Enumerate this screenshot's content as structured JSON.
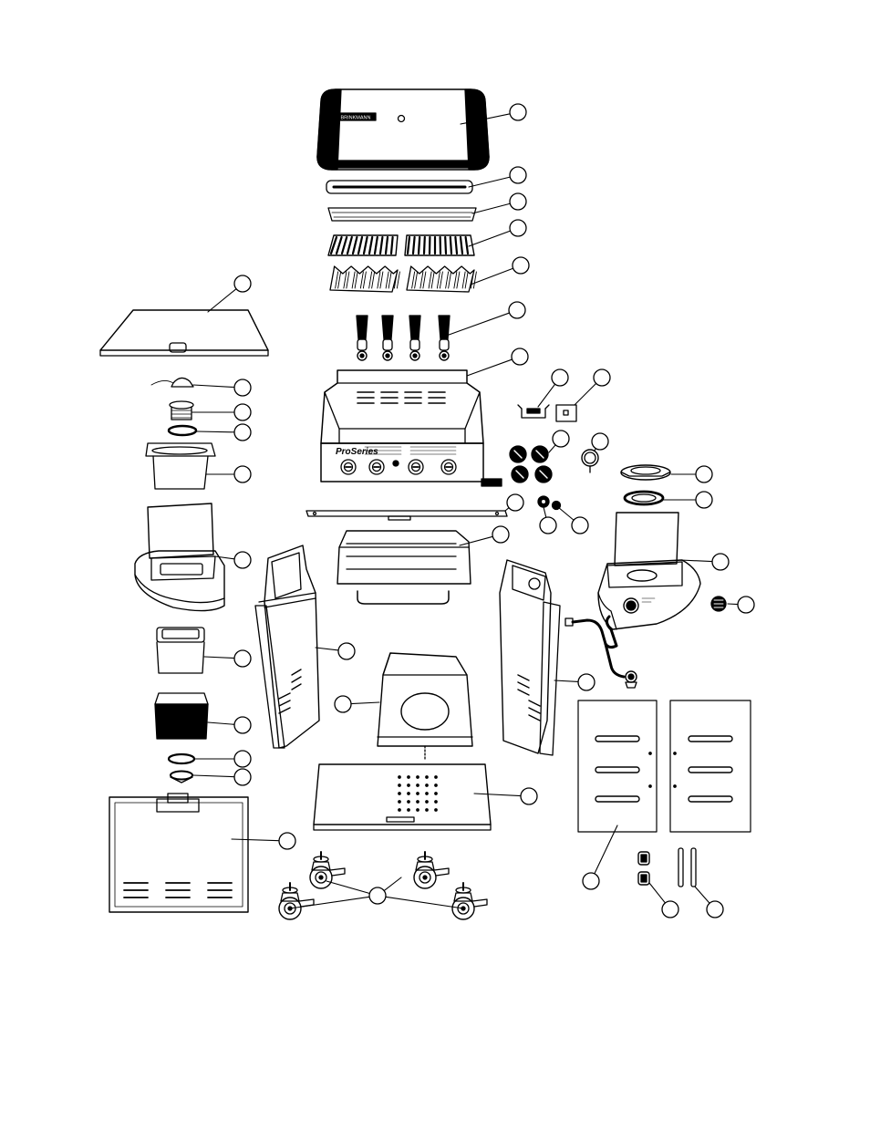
{
  "diagram": {
    "kind": "exploded parts view, gas grill",
    "lid_brand": "BRINKMANN",
    "control_panel_brand": "ProSeries",
    "callout_labels": [],
    "line_color": "#000000",
    "background_color": "#ffffff"
  }
}
